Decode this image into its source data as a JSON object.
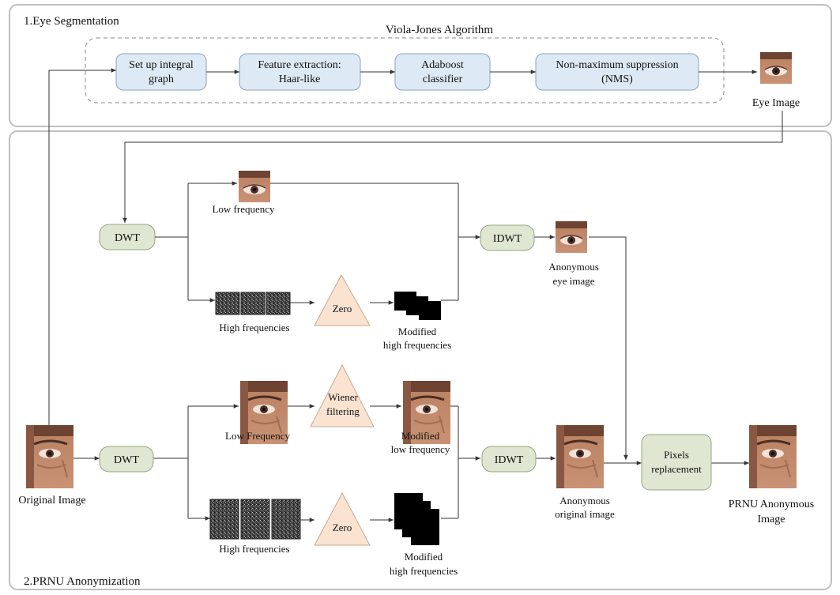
{
  "section1": {
    "title": "1.Eye Segmentation"
  },
  "section2": {
    "title": "2.PRNU Anonymization"
  },
  "viola_jones": {
    "title": "Viola-Jones Algorithm",
    "steps": [
      {
        "line1": "Set up integral",
        "line2": "graph"
      },
      {
        "line1": "Feature extraction:",
        "line2": "Haar-like"
      },
      {
        "line1": "Adaboost",
        "line2": "classifier"
      },
      {
        "line1": "Non-maximum suppression",
        "line2": "(NMS)"
      }
    ]
  },
  "labels": {
    "eye_image": "Eye Image",
    "low_frequency_top": "Low frequency",
    "high_frequencies_top": "High frequencies",
    "modified_high_top_1": "Modified",
    "modified_high_top_2": "high frequencies",
    "anonymous_eye_1": "Anonymous",
    "anonymous_eye_2": "eye image",
    "original_image": "Original Image",
    "low_frequency_bottom": "Low Frequency",
    "modified_low_1": "Modified",
    "modified_low_2": "low frequency",
    "high_frequencies_bottom": "High frequencies",
    "modified_high_bottom_1": "Modified",
    "modified_high_bottom_2": "high frequencies",
    "anonymous_original_1": "Anonymous",
    "anonymous_original_2": "original image",
    "prnu_1": "PRNU Anonymous",
    "prnu_2": "Image"
  },
  "blocks": {
    "dwt": "DWT",
    "idwt": "IDWT",
    "zero": "Zero",
    "wiener_1": "Wiener",
    "wiener_2": "filtering",
    "pixels_1": "Pixels",
    "pixels_2": "replacement"
  },
  "colors": {
    "blue_box_fill": "#dde9f4",
    "blue_box_stroke": "#8aa4bd",
    "green_box_fill": "#dfe6d2",
    "green_box_stroke": "#96a57e",
    "triangle_fill": "#fbe3d2",
    "triangle_stroke": "#c9a88c",
    "title_blue": "#2a4a7a",
    "panel_border": "#bfbfbf"
  },
  "icons": {
    "eye": "eye-crop-thumbnail",
    "face": "face-crop-thumbnail",
    "noise": "noise-texture-tile",
    "black": "black-square-tile"
  }
}
